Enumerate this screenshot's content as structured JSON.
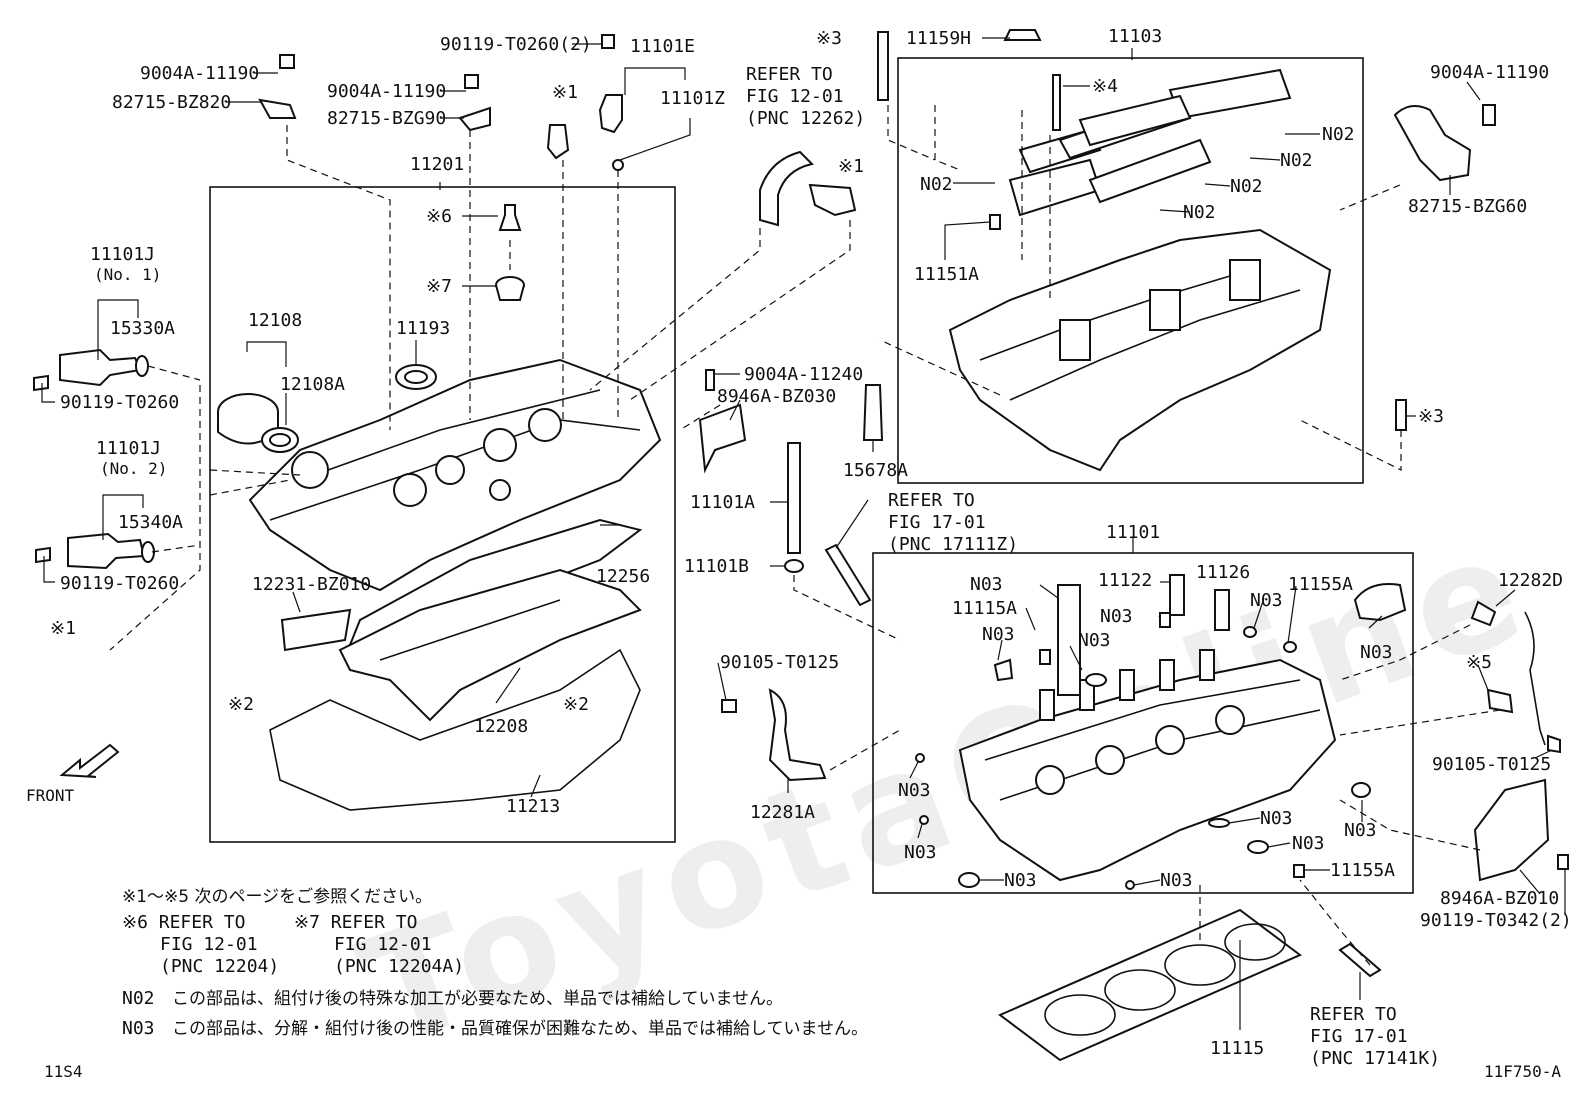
{
  "watermark": "ToyotaOnline",
  "labels": {
    "p9004A_11190_a": "9004A-11190",
    "p82715_BZ820": "82715-BZ820",
    "p90119_T0260_2": "90119-T0260(2)",
    "p9004A_11190_b": "9004A-11190",
    "p82715_BZG90": "82715-BZG90",
    "p11101E": "11101E",
    "p11101Z": "11101Z",
    "mark1_top": "※1",
    "refer_12262_a": "REFER TO",
    "refer_12262_b": "FIG 12-01",
    "refer_12262_c": "(PNC 12262)",
    "mark1_right": "※1",
    "mark3_top": "※3",
    "p11159H": "11159H",
    "p11103": "11103",
    "mark4": "※4",
    "p9004A_11190_c": "9004A-11190",
    "p82715_BZG60": "82715-BZG60",
    "p11201": "11201",
    "mark6": "※6",
    "mark7": "※7",
    "p11101J_1": "11101J",
    "p11101J_1_sub": "(No. 1)",
    "p15330A": "15330A",
    "p90119_T0260_a": "90119-T0260",
    "p12108": "12108",
    "p12108A": "12108A",
    "p11193": "11193",
    "p11101J_2": "11101J",
    "p11101J_2_sub": "(No. 2)",
    "p15340A": "15340A",
    "p90119_T0260_b": "90119-T0260",
    "mark1_left": "※1",
    "p12231_BZ010": "12231-BZ010",
    "p12256": "12256",
    "mark2_left": "※2",
    "mark2_mid": "※2",
    "p12208": "12208",
    "p11213": "11213",
    "front": "FRONT",
    "n02_1": "N02",
    "n02_2": "N02",
    "n02_3": "N02",
    "n02_4": "N02",
    "n02_5": "N02",
    "p11151A": "11151A",
    "p9004A_11240": "9004A-11240",
    "p8946A_BZ030": "8946A-BZ030",
    "p15678A": "15678A",
    "mark3_right": "※3",
    "p11101A": "11101A",
    "refer_17111_a": "REFER TO",
    "refer_17111_b": "FIG 17-01",
    "refer_17111_c": "(PNC 17111Z)",
    "p11101B": "11101B",
    "p11101": "11101",
    "n03_a": "N03",
    "p11115A": "11115A",
    "n03_b": "N03",
    "p11122": "11122",
    "p11126": "11126",
    "n03_c": "N03",
    "n03_d": "N03",
    "p11155A_a": "11155A",
    "n03_e": "N03",
    "n03_f": "N03",
    "p12282D": "12282D",
    "mark5": "※5",
    "p90105_T0125_a": "90105-T0125",
    "p12281A": "12281A",
    "n03_g": "N03",
    "n03_h": "N03",
    "n03_i": "N03",
    "n03_j": "N03",
    "n03_k": "N03",
    "n03_l": "N03",
    "n03_m": "N03",
    "p11155A_b": "11155A",
    "p90105_T0125_b": "90105-T0125",
    "p8946A_BZ010": "8946A-BZ010",
    "p90119_T0342": "90119-T0342(2)",
    "p11115": "11115",
    "refer_17141_a": "REFER TO",
    "refer_17141_b": "FIG 17-01",
    "refer_17141_c": "(PNC 17141K)"
  },
  "notes": {
    "line1": "※1～※5 次のページをご参照ください。",
    "ref6_a": "※6 REFER TO",
    "ref6_b": "FIG 12-01",
    "ref6_c": "(PNC 12204)",
    "ref7_a": "※7 REFER TO",
    "ref7_b": "FIG 12-01",
    "ref7_c": "(PNC 12204A)",
    "n02_code": "N02",
    "n02_text": "この部品は、組付け後の特殊な加工が必要なため、単品では補給していません。",
    "n03_code": "N03",
    "n03_text": "この部品は、分解・組付け後の性能・品質確保が困難なため、単品では補給していません。"
  },
  "footer": {
    "left_code": "11S4",
    "right_code": "11F750-A"
  }
}
